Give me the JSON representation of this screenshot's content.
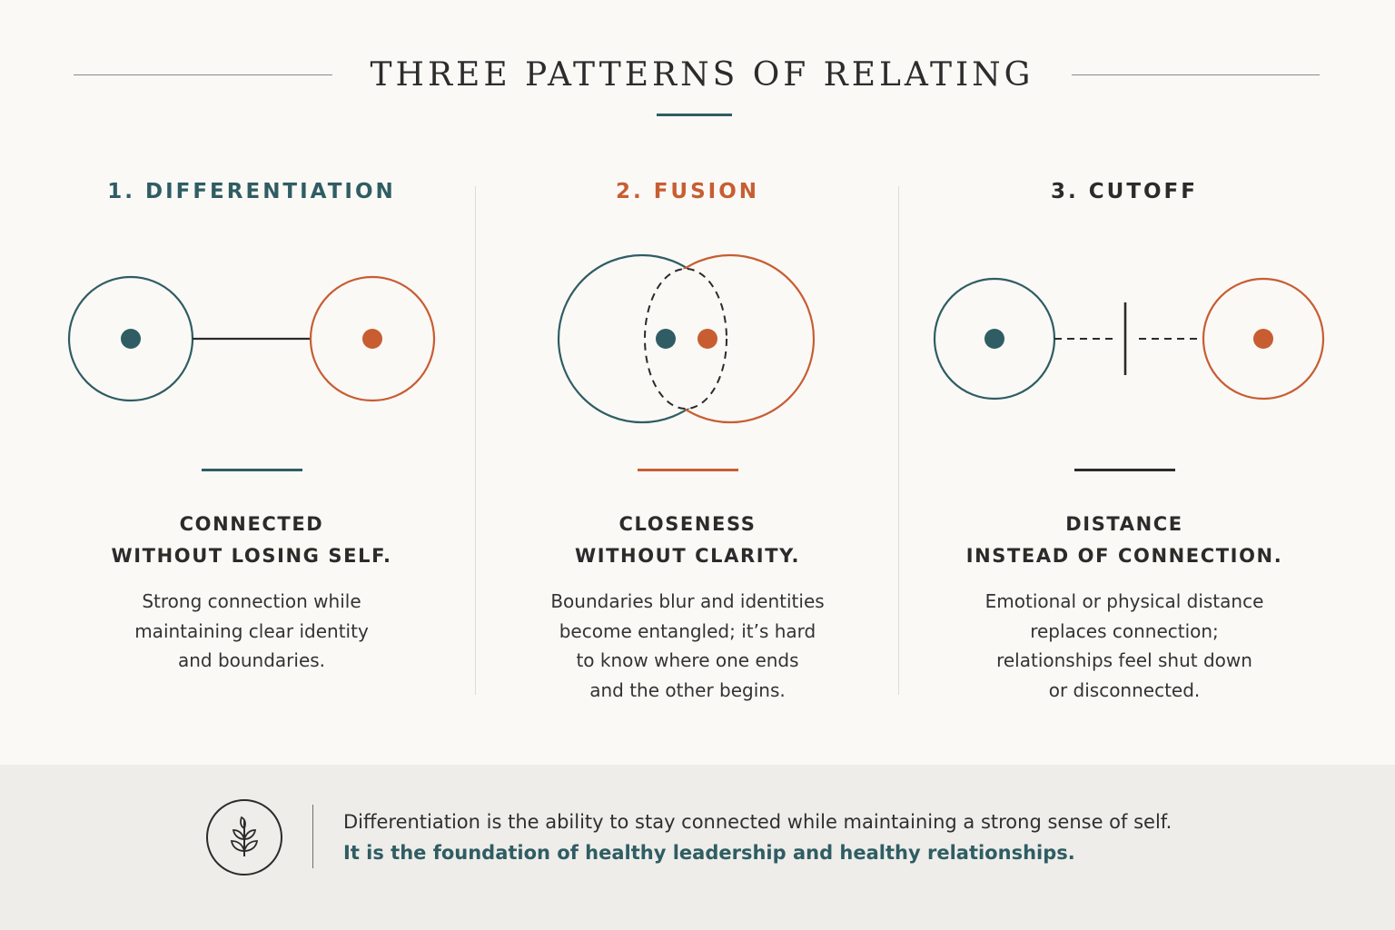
{
  "title": "THREE PATTERNS OF RELATING",
  "colors": {
    "teal": "#2f5d63",
    "orange": "#c85d32",
    "dark": "#2b2b2b",
    "background": "#faf9f6",
    "footer_background": "#eeede9"
  },
  "patterns": [
    {
      "heading": "1. DIFFERENTIATION",
      "diagram": "two separate circles connected by a solid line",
      "subtitle_line1": "CONNECTED",
      "subtitle_line2": "WITHOUT LOSING SELF.",
      "desc_lines": [
        "Strong connection while",
        "maintaining clear identity",
        "and boundaries."
      ]
    },
    {
      "heading": "2. FUSION",
      "diagram": "two overlapping circles with dashed overlap",
      "subtitle_line1": "CLOSENESS",
      "subtitle_line2": "WITHOUT CLARITY.",
      "desc_lines": [
        "Boundaries blur and identities",
        "become entangled; it’s hard",
        "to know where one ends",
        "and the other begins."
      ]
    },
    {
      "heading": "3. CUTOFF",
      "diagram": "two circles joined by a dashed line interrupted by a barrier",
      "subtitle_line1": "DISTANCE",
      "subtitle_line2": "INSTEAD OF CONNECTION.",
      "desc_lines": [
        "Emotional or physical distance",
        "replaces connection;",
        "relationships feel shut down",
        "or disconnected."
      ]
    }
  ],
  "footer": {
    "icon": "sprout-icon",
    "line1": "Differentiation is the ability to stay connected while maintaining a strong sense of self.",
    "line2": "It is the foundation of healthy leadership and healthy relationships."
  }
}
